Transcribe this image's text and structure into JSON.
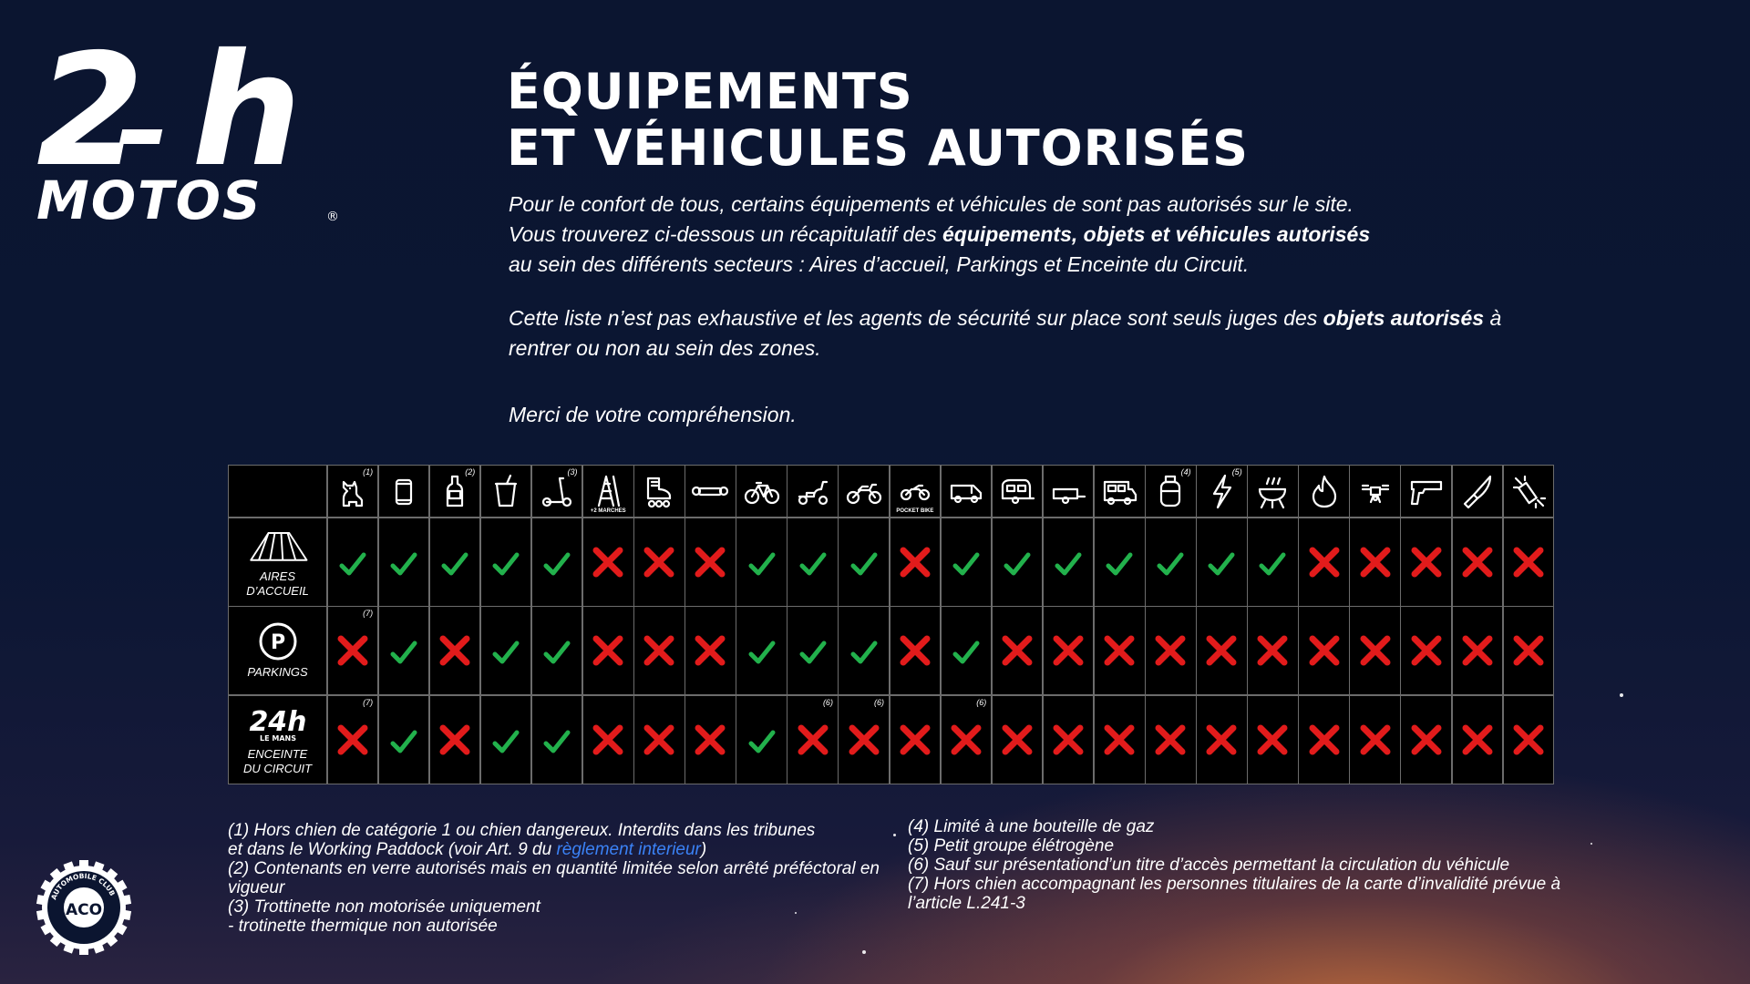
{
  "logo": {
    "top": "2",
    "h": "h",
    "sub": "MOTOS",
    "reg": "®"
  },
  "title": {
    "line1": "ÉQUIPEMENTS",
    "line2": "ET VÉHICULES AUTORISÉS"
  },
  "intro": {
    "p1_l1": "Pour le confort de tous, certains équipements et véhicules de sont pas autorisés sur le site.",
    "p1_l2_a": "Vous trouverez ci-dessous un récapitulatif des ",
    "p1_l2_b": "équipements, objets et véhicules autorisés",
    "p1_l3": "au sein des différents secteurs : Aires d’accueil, Parkings et Enceinte du Circuit.",
    "p2_a": "Cette liste n’est pas exhaustive et les agents de sécurité sur place sont seuls juges des ",
    "p2_b": "objets autorisés",
    "p2_c": " à rentrer ou non au sein des zones.",
    "p3": "Merci de votre compréhension."
  },
  "colors": {
    "ok": "#22b14c",
    "no": "#e21b1b",
    "link": "#3b82f6",
    "background": "#0b1530"
  },
  "columns": [
    {
      "icon": "dog-icon",
      "note": "(1)",
      "sublabel": ""
    },
    {
      "icon": "can-icon",
      "note": "",
      "sublabel": ""
    },
    {
      "icon": "bottle-icon",
      "note": "(2)",
      "sublabel": ""
    },
    {
      "icon": "cup-icon",
      "note": "",
      "sublabel": ""
    },
    {
      "icon": "scooter-icon",
      "note": "(3)",
      "sublabel": ""
    },
    {
      "icon": "ladder-icon",
      "note": "",
      "sublabel": "+2 MARCHES"
    },
    {
      "icon": "rollerskate-icon",
      "note": "",
      "sublabel": ""
    },
    {
      "icon": "hoverboard-icon",
      "note": "",
      "sublabel": ""
    },
    {
      "icon": "bicycle-icon",
      "note": "",
      "sublabel": ""
    },
    {
      "icon": "moped-icon",
      "note": "",
      "sublabel": ""
    },
    {
      "icon": "motorcycle-icon",
      "note": "",
      "sublabel": ""
    },
    {
      "icon": "pocketbike-icon",
      "note": "",
      "sublabel": "POCKET BIKE"
    },
    {
      "icon": "van-icon",
      "note": "",
      "sublabel": ""
    },
    {
      "icon": "caravan-icon",
      "note": "",
      "sublabel": ""
    },
    {
      "icon": "trailer-icon",
      "note": "",
      "sublabel": ""
    },
    {
      "icon": "campervan-icon",
      "note": "",
      "sublabel": ""
    },
    {
      "icon": "gas-bottle-icon",
      "note": "(4)",
      "sublabel": ""
    },
    {
      "icon": "lightning-icon",
      "note": "(5)",
      "sublabel": ""
    },
    {
      "icon": "barbecue-icon",
      "note": "",
      "sublabel": ""
    },
    {
      "icon": "fire-icon",
      "note": "",
      "sublabel": ""
    },
    {
      "icon": "drone-icon",
      "note": "",
      "sublabel": ""
    },
    {
      "icon": "gun-icon",
      "note": "",
      "sublabel": ""
    },
    {
      "icon": "knife-icon",
      "note": "",
      "sublabel": ""
    },
    {
      "icon": "firework-icon",
      "note": "",
      "sublabel": ""
    }
  ],
  "rows": [
    {
      "label_lines": [
        "AIRES D’ACCUEIL"
      ],
      "icon": "tent-icon",
      "cells": [
        {
          "s": "ok",
          "n": ""
        },
        {
          "s": "ok",
          "n": ""
        },
        {
          "s": "ok",
          "n": ""
        },
        {
          "s": "ok",
          "n": ""
        },
        {
          "s": "ok",
          "n": ""
        },
        {
          "s": "no",
          "n": ""
        },
        {
          "s": "no",
          "n": ""
        },
        {
          "s": "no",
          "n": ""
        },
        {
          "s": "ok",
          "n": ""
        },
        {
          "s": "ok",
          "n": ""
        },
        {
          "s": "ok",
          "n": ""
        },
        {
          "s": "no",
          "n": ""
        },
        {
          "s": "ok",
          "n": ""
        },
        {
          "s": "ok",
          "n": ""
        },
        {
          "s": "ok",
          "n": ""
        },
        {
          "s": "ok",
          "n": ""
        },
        {
          "s": "ok",
          "n": ""
        },
        {
          "s": "ok",
          "n": ""
        },
        {
          "s": "ok",
          "n": ""
        },
        {
          "s": "no",
          "n": ""
        },
        {
          "s": "no",
          "n": ""
        },
        {
          "s": "no",
          "n": ""
        },
        {
          "s": "no",
          "n": ""
        },
        {
          "s": "no",
          "n": ""
        }
      ]
    },
    {
      "label_lines": [
        "PARKINGS"
      ],
      "icon": "parking-icon",
      "icon_text": "P",
      "cells": [
        {
          "s": "no",
          "n": "(7)"
        },
        {
          "s": "ok",
          "n": ""
        },
        {
          "s": "no",
          "n": ""
        },
        {
          "s": "ok",
          "n": ""
        },
        {
          "s": "ok",
          "n": ""
        },
        {
          "s": "no",
          "n": ""
        },
        {
          "s": "no",
          "n": ""
        },
        {
          "s": "no",
          "n": ""
        },
        {
          "s": "ok",
          "n": ""
        },
        {
          "s": "ok",
          "n": ""
        },
        {
          "s": "ok",
          "n": ""
        },
        {
          "s": "no",
          "n": ""
        },
        {
          "s": "ok",
          "n": ""
        },
        {
          "s": "no",
          "n": ""
        },
        {
          "s": "no",
          "n": ""
        },
        {
          "s": "no",
          "n": ""
        },
        {
          "s": "no",
          "n": ""
        },
        {
          "s": "no",
          "n": ""
        },
        {
          "s": "no",
          "n": ""
        },
        {
          "s": "no",
          "n": ""
        },
        {
          "s": "no",
          "n": ""
        },
        {
          "s": "no",
          "n": ""
        },
        {
          "s": "no",
          "n": ""
        },
        {
          "s": "no",
          "n": ""
        }
      ]
    },
    {
      "label_lines": [
        "ENCEINTE",
        "DU CIRCUIT"
      ],
      "icon": "24h-lemans-logo-icon",
      "icon_text": "24h",
      "icon_sub": "LE MANS",
      "cells": [
        {
          "s": "no",
          "n": "(7)"
        },
        {
          "s": "ok",
          "n": ""
        },
        {
          "s": "no",
          "n": ""
        },
        {
          "s": "ok",
          "n": ""
        },
        {
          "s": "ok",
          "n": ""
        },
        {
          "s": "no",
          "n": ""
        },
        {
          "s": "no",
          "n": ""
        },
        {
          "s": "no",
          "n": ""
        },
        {
          "s": "ok",
          "n": ""
        },
        {
          "s": "no",
          "n": "(6)"
        },
        {
          "s": "no",
          "n": "(6)"
        },
        {
          "s": "no",
          "n": ""
        },
        {
          "s": "no",
          "n": "(6)"
        },
        {
          "s": "no",
          "n": ""
        },
        {
          "s": "no",
          "n": ""
        },
        {
          "s": "no",
          "n": ""
        },
        {
          "s": "no",
          "n": ""
        },
        {
          "s": "no",
          "n": ""
        },
        {
          "s": "no",
          "n": ""
        },
        {
          "s": "no",
          "n": ""
        },
        {
          "s": "no",
          "n": ""
        },
        {
          "s": "no",
          "n": ""
        },
        {
          "s": "no",
          "n": ""
        },
        {
          "s": "no",
          "n": ""
        }
      ]
    }
  ],
  "footnotes": {
    "f1_a": "(1) Hors chien de catégorie 1 ou chien dangereux. Interdits dans les tribunes",
    "f1_b": "et dans le Working Paddock (voir Art. 9 du ",
    "f1_link": "règlement interieur",
    "f1_c": ")",
    "f2": "(2) Contenants en verre autorisés mais en quantité limitée selon arrêté préféctoral en vigueur",
    "f3": "(3) Trottinette non motorisée uniquement",
    "f3b": "- trotinette thermique non autorisée",
    "f4": "(4) Limité à une bouteille de gaz",
    "f5": "(5) Petit groupe élétrogène",
    "f6": "(6) Sauf sur présentationd’un titre d’accès permettant la circulation du véhicule",
    "f7": "(7) Hors chien accompagnant les personnes titulaires de la carte d’invalidité prévue à l’article L.241-3"
  },
  "aco_badge": {
    "top_text": "AUTOMOBILE CLUB",
    "letters": "ACO"
  }
}
